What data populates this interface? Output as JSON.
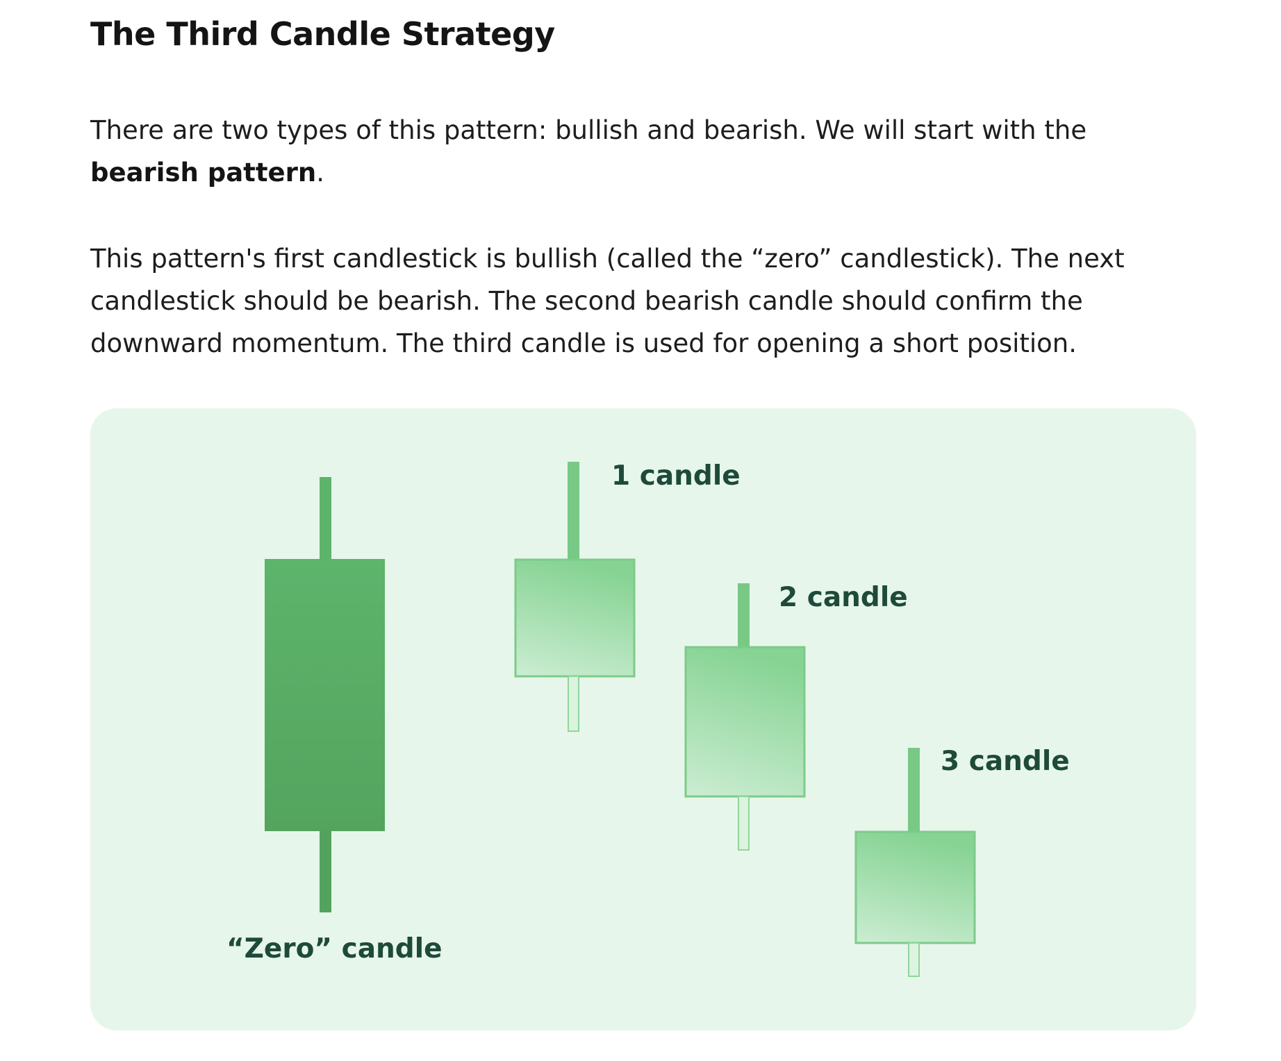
{
  "article": {
    "title": "The Third Candle Strategy",
    "intro": {
      "text_1": "There are two types of this pattern: bullish and bearish. We will start with the",
      "bold": "bearish pattern",
      "text_2": "."
    },
    "description": {
      "line_1": "This pattern's first candlestick is bullish (called the “zero” candlestick). The next",
      "line_2": "candlestick should be bearish. The second bearish candle should confirm the",
      "line_3": "downward momentum. The third candle is used for opening a short position."
    }
  },
  "figure": {
    "background_color": "#e7f6ea",
    "candles": [
      {
        "label": "“Zero” candle",
        "direction": "bullish",
        "color": "#5aad68"
      },
      {
        "label": "1 candle",
        "direction": "bearish",
        "color": "#86d393"
      },
      {
        "label": "2 candle",
        "direction": "bearish",
        "color": "#86d393"
      },
      {
        "label": "3 candle",
        "direction": "bearish",
        "color": "#86d393"
      }
    ],
    "label_color": "#1e4a3a"
  }
}
